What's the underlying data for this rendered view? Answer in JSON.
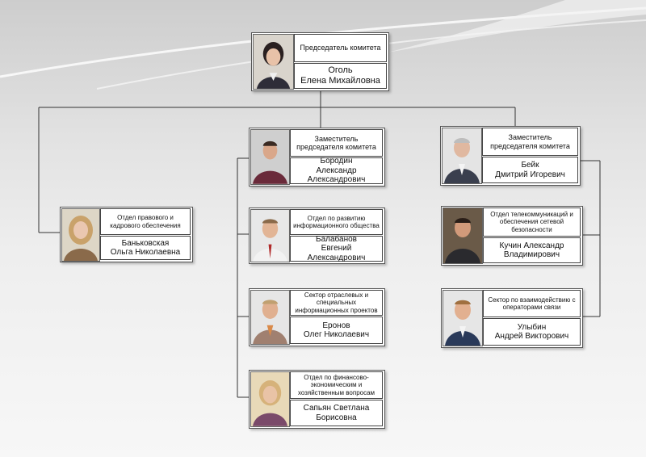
{
  "chair": {
    "role": "Председатель комитета",
    "name": "Оголь\nЕлена Михайловна"
  },
  "legal": {
    "role": "Отдел правового и кадрового обеспечения",
    "name": "Баньковская\nОльга Николаевна"
  },
  "deputy1": {
    "role": "Заместитель\nпредседателя комитета",
    "name": "Бородин\nАлександр\nАлександрович"
  },
  "deputy2": {
    "role": "Заместитель\nпредседателя комитета",
    "name": "Бейк\nДмитрий Игоревич"
  },
  "infosoc": {
    "role": "Отдел по развитию информационного общества",
    "name": "Балабанов\nЕвгений Александрович"
  },
  "sector": {
    "role": "Сектор отраслевых и специальных информационных проектов",
    "name": "Еронов\nОлег Николаевич"
  },
  "finance": {
    "role": "Отдел по финансово-экономическим и хозяйственным вопросам",
    "name": "Сапьян Светлана\nБорисовна"
  },
  "telecom": {
    "role": "Отдел телекоммуникаций и обеспечения сетевой безопасности",
    "name": "Кучин Александр\nВладимирович"
  },
  "operators": {
    "role": "Сектор по взаимодействию с операторами связи",
    "name": "Улыбин\nАндрей Викторович"
  }
}
